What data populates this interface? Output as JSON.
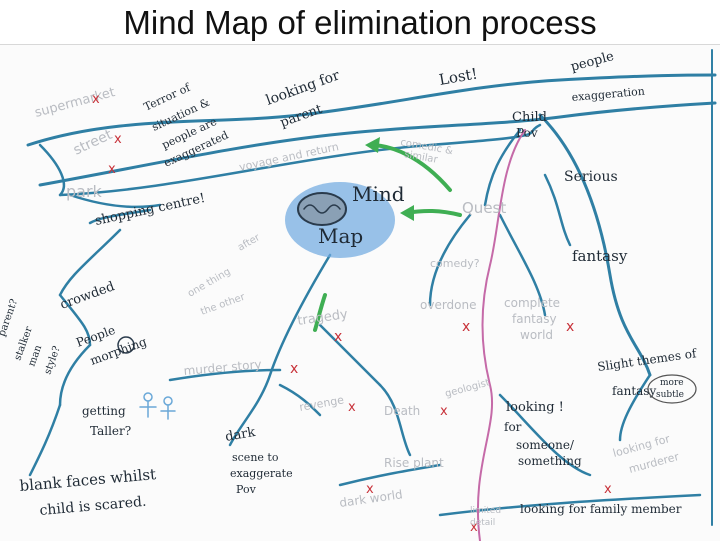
{
  "title": "Mind Map of elimination process",
  "colors": {
    "branch": "#2f7fa4",
    "green": "#3fae53",
    "pink": "#c56aa8",
    "center": "#3f8fd2",
    "cross": "#c8323a"
  },
  "center": {
    "line1": "Mind",
    "line2": "Map"
  },
  "nodes": {
    "supermarket": "supermarket",
    "street": "street",
    "park": "park",
    "shopping_centre": "shopping centre!",
    "terror": [
      "Terror of",
      "situation &",
      "people are",
      "exaggerated"
    ],
    "looking_for_parent": [
      "looking for",
      "parent"
    ],
    "lost": "Lost!",
    "people": "people",
    "exaggeration": "exaggeration",
    "child_pov": [
      "Child",
      "Pov"
    ],
    "voyage": "voyage and return",
    "comedic_similar": [
      "comedic &",
      "similar"
    ],
    "quest": "Quest",
    "serious": "Serious",
    "fantasy": "fantasy",
    "crowded": "crowded",
    "one_thing_after": [
      "one thing",
      "after",
      "the other"
    ],
    "comedy": "comedy?",
    "overdone": "overdone",
    "complete_fantasy": [
      "complete",
      "fantasy",
      "world"
    ],
    "slight_themes": [
      "Slight themes of",
      "fantasy"
    ],
    "more_subtle": [
      "more",
      "subtle"
    ],
    "ghost_left": [
      "parent?",
      "stalker",
      "man",
      "style?"
    ],
    "people_morphing": [
      "People",
      "morphing"
    ],
    "getting_taller": [
      "getting",
      "Taller?"
    ],
    "tragedy": "tragedy",
    "murder_story": "murder story",
    "revenge": "revenge",
    "geologist": "geologist",
    "death": "Death",
    "rise_plant": "Rise plant",
    "dark_world": "dark world",
    "dark_scene": [
      "dark",
      "scene to",
      "exaggerate",
      "Pov"
    ],
    "blank_faces": [
      "blank faces whilst",
      "child is scared."
    ],
    "looking_someone": [
      "looking !",
      "for",
      "someone/",
      "something"
    ],
    "looking_murderer": [
      "looking for",
      "murderer"
    ],
    "looking_family": "looking for family member",
    "limited_detail": [
      "limited",
      "detail"
    ],
    "cross": "x"
  }
}
